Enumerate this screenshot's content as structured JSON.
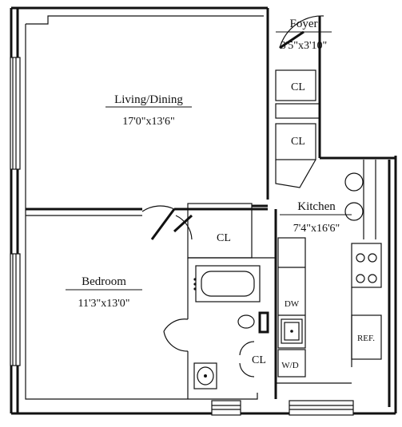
{
  "rooms": {
    "foyer": {
      "name": "Foyer",
      "dims": "3'5\"x3'10\""
    },
    "living_dining": {
      "name": "Living/Dining",
      "dims": "17'0\"x13'6\""
    },
    "kitchen": {
      "name": "Kitchen",
      "dims": "7'4\"x16'6\""
    },
    "bedroom": {
      "name": "Bedroom",
      "dims": "11'3\"x13'0\""
    }
  },
  "closets": {
    "cl_foyer_upper": "CL",
    "cl_foyer_lower": "CL",
    "cl_hall": "CL",
    "cl_bath": "CL"
  },
  "appliances": {
    "dishwasher": "DW",
    "washer_dryer": "W/D",
    "refrigerator": "REF."
  }
}
